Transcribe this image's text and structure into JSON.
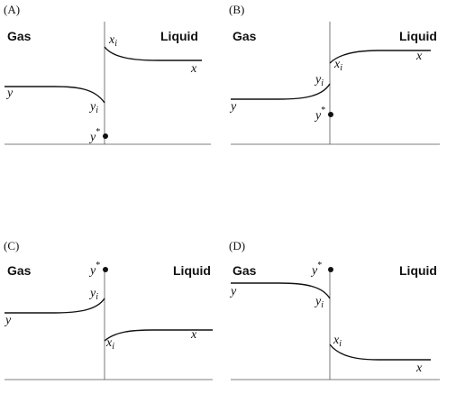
{
  "panels": [
    {
      "label": "(A)",
      "gas": "Gas",
      "liquid": "Liquid",
      "y": "y",
      "yi": "y",
      "yi_sub": "i",
      "xi": "x",
      "xi_sub": "i",
      "x": "x",
      "ystar": "y",
      "ystar_sup": "*"
    },
    {
      "label": "(B)",
      "gas": "Gas",
      "liquid": "Liquid",
      "y": "y",
      "yi": "y",
      "yi_sub": "i",
      "xi": "x",
      "xi_sub": "i",
      "x": "x",
      "ystar": "y",
      "ystar_sup": "*"
    },
    {
      "label": "(C)",
      "gas": "Gas",
      "liquid": "Liquid",
      "y": "y",
      "yi": "y",
      "yi_sub": "i",
      "xi": "x",
      "xi_sub": "i",
      "x": "x",
      "ystar": "y",
      "ystar_sup": "*"
    },
    {
      "label": "(D)",
      "gas": "Gas",
      "liquid": "Liquid",
      "y": "y",
      "yi": "y",
      "yi_sub": "i",
      "xi": "x",
      "xi_sub": "i",
      "x": "x",
      "ystar": "y",
      "ystar_sup": "*"
    }
  ]
}
